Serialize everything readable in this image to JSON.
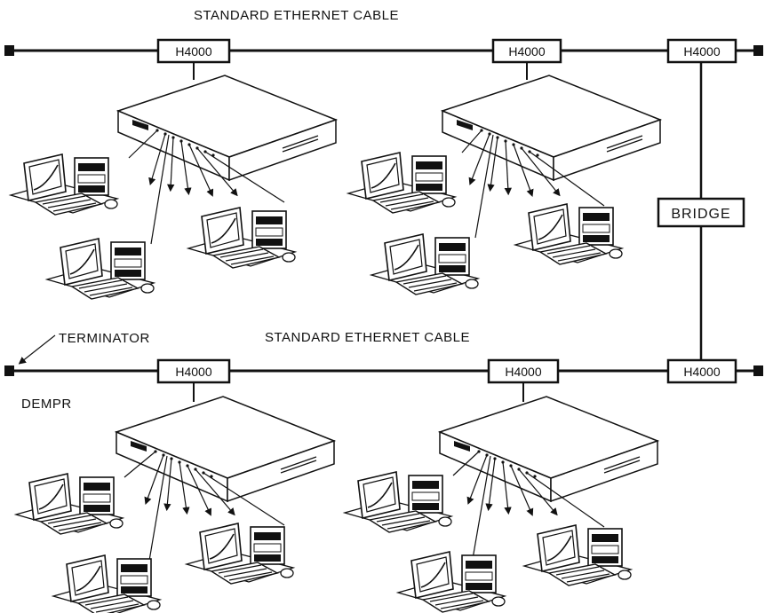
{
  "labels": {
    "top_cable": "STANDARD ETHERNET CABLE",
    "bottom_cable": "STANDARD ETHERNET CABLE",
    "terminator": "TERMINATOR",
    "dempr": "DEMPR",
    "bridge": "BRIDGE"
  },
  "transceivers": [
    {
      "label": "H4000"
    },
    {
      "label": "H4000"
    },
    {
      "label": "H4000"
    },
    {
      "label": "H4000"
    },
    {
      "label": "H4000"
    },
    {
      "label": "H4000"
    }
  ]
}
